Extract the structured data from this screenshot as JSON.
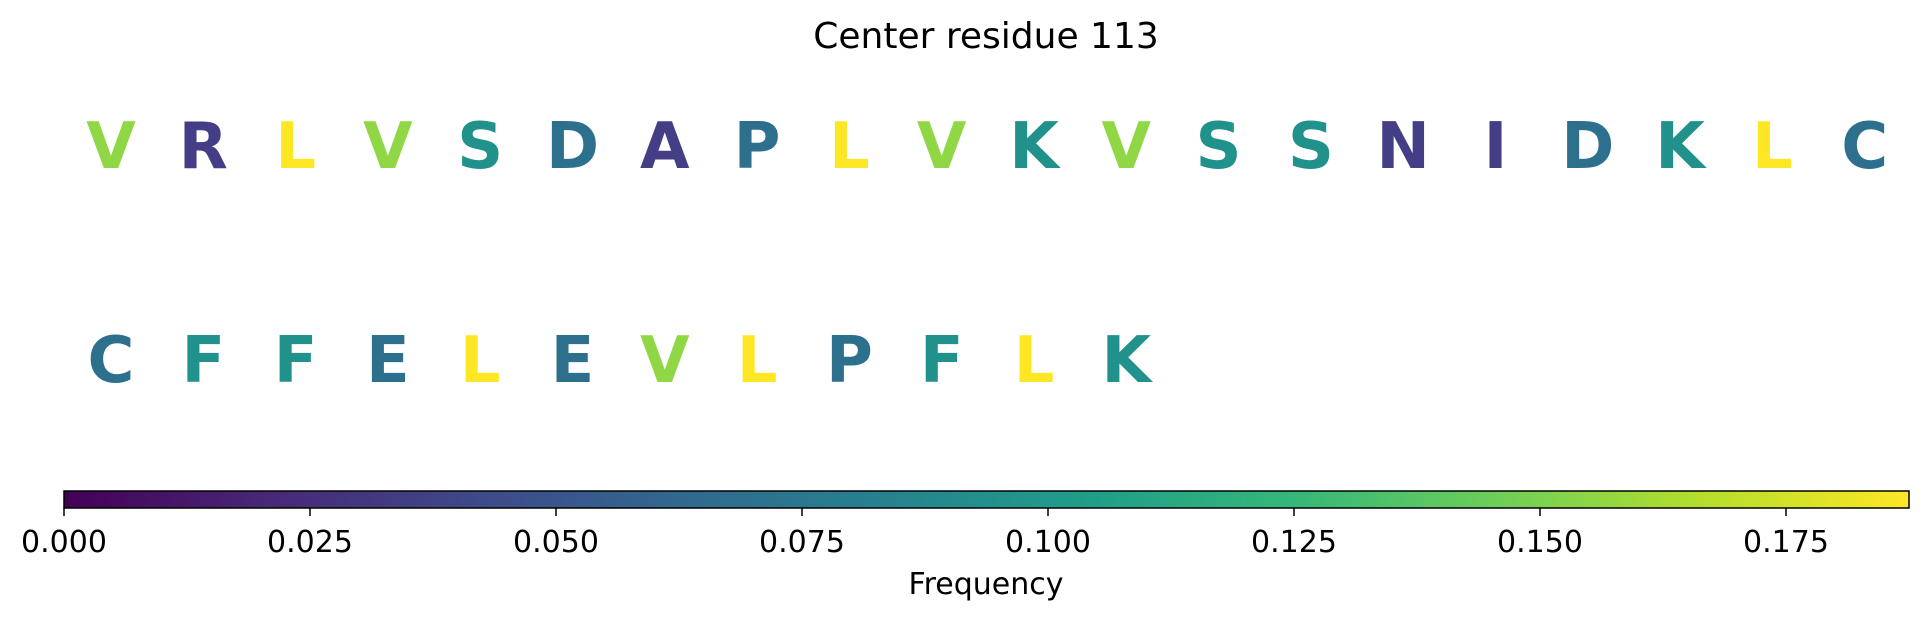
{
  "chart_data": {
    "type": "other",
    "title": "Center residue 113",
    "colormap": "viridis",
    "rows": [
      {
        "residues": [
          "V",
          "R",
          "L",
          "V",
          "S",
          "D",
          "A",
          "P",
          "L",
          "V",
          "K",
          "V",
          "S",
          "S",
          "N",
          "I",
          "D",
          "K",
          "L",
          "C"
        ],
        "colors": [
          "#8fd744",
          "#433e85",
          "#fde725",
          "#8fd744",
          "#21918c",
          "#2d708e",
          "#433e85",
          "#2d708e",
          "#fde725",
          "#8fd744",
          "#21918c",
          "#8fd744",
          "#21918c",
          "#21918c",
          "#433e85",
          "#433e85",
          "#2d708e",
          "#21918c",
          "#fde725",
          "#2d708e"
        ]
      },
      {
        "residues": [
          "C",
          "F",
          "F",
          "E",
          "L",
          "E",
          "V",
          "L",
          "P",
          "F",
          "L",
          "K"
        ],
        "colors": [
          "#2d708e",
          "#21918c",
          "#21918c",
          "#2d708e",
          "#fde725",
          "#2d708e",
          "#8fd744",
          "#fde725",
          "#2d708e",
          "#21918c",
          "#fde725",
          "#21918c"
        ]
      }
    ],
    "colorbar": {
      "label": "Frequency",
      "range": [
        0,
        0.1875
      ],
      "ticks": [
        0.0,
        0.025,
        0.05,
        0.075,
        0.1,
        0.125,
        0.15,
        0.175
      ],
      "tick_labels": [
        "0.000",
        "0.025",
        "0.050",
        "0.075",
        "0.100",
        "0.125",
        "0.150",
        "0.175"
      ],
      "stops": [
        "#440154",
        "#482878",
        "#3e4989",
        "#31688e",
        "#26828e",
        "#1f9e89",
        "#35b779",
        "#6ece58",
        "#b5de2b",
        "#fde725"
      ]
    }
  }
}
